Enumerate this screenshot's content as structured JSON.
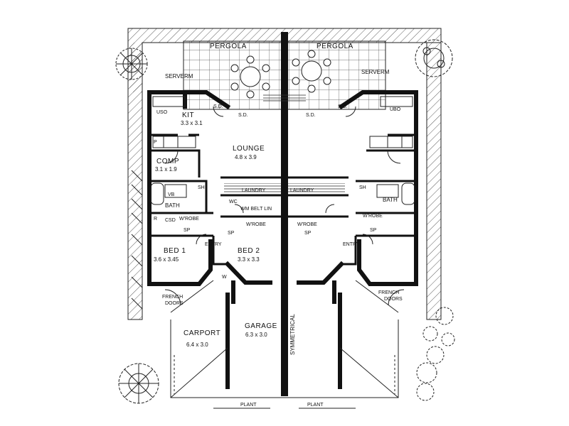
{
  "plan": {
    "pergola_left": "PERGOLA",
    "pergola_right": "PERGOLA",
    "serverm_left": "SERVERM",
    "serverm_right": "SERVERM",
    "kitchen": "KIT",
    "kitchen_dim": "3.3 x 3.1",
    "lounge": "LOUNGE",
    "lounge_dim": "4.8 x 3.9",
    "comp": "COMP",
    "comp_dim": "3.1 x 1.9",
    "bath_left": "BATH",
    "bath_right": "BATH",
    "laundry_left": "LAUNDRY",
    "laundry_right": "LAUNDRY",
    "linen": "WM BELT LIN",
    "wrobe_left": "W'ROBE",
    "wrobe_right": "W'ROBE",
    "wrobe_center_left": "W'ROBE",
    "wrobe_center_right": "W'ROBE",
    "bed1": "BED 1",
    "bed1_dim": "3.6 x 3.45",
    "bed2": "BED 2",
    "bed2_dim": "3.3 x 3.3",
    "entry_left": "ENTRY",
    "entry_right": "ENTRY",
    "french_left_1": "FRENCH",
    "french_left_2": "DOORS",
    "french_right_1": "FRENCH",
    "french_right_2": "DOORS",
    "garage": "GARAGE",
    "garage_dim": "6.3 x 3.0",
    "carport": "CARPORT",
    "carport_dim": "6.4 x 3.0",
    "symmetrical": "SYMMETRICAL",
    "planter_left": "PLANT",
    "planter_right": "PLANT",
    "tag_sd1": "S.D.",
    "tag_sd2": "S.D.",
    "tag_sd3": "S.D.",
    "tag_sd4": "S.D.",
    "tag_uso": "USO",
    "tag_ubo": "UBO",
    "tag_sp1": "SP",
    "tag_sp2": "SP",
    "tag_sp3": "SP",
    "tag_sp4": "SP",
    "tag_vb": "VB",
    "tag_sh_left": "SH",
    "tag_sh_right": "SH",
    "tag_csd": "CSD",
    "tag_r": "R",
    "tag_p": "P",
    "tag_w": "W",
    "tag_wc": "WC"
  }
}
